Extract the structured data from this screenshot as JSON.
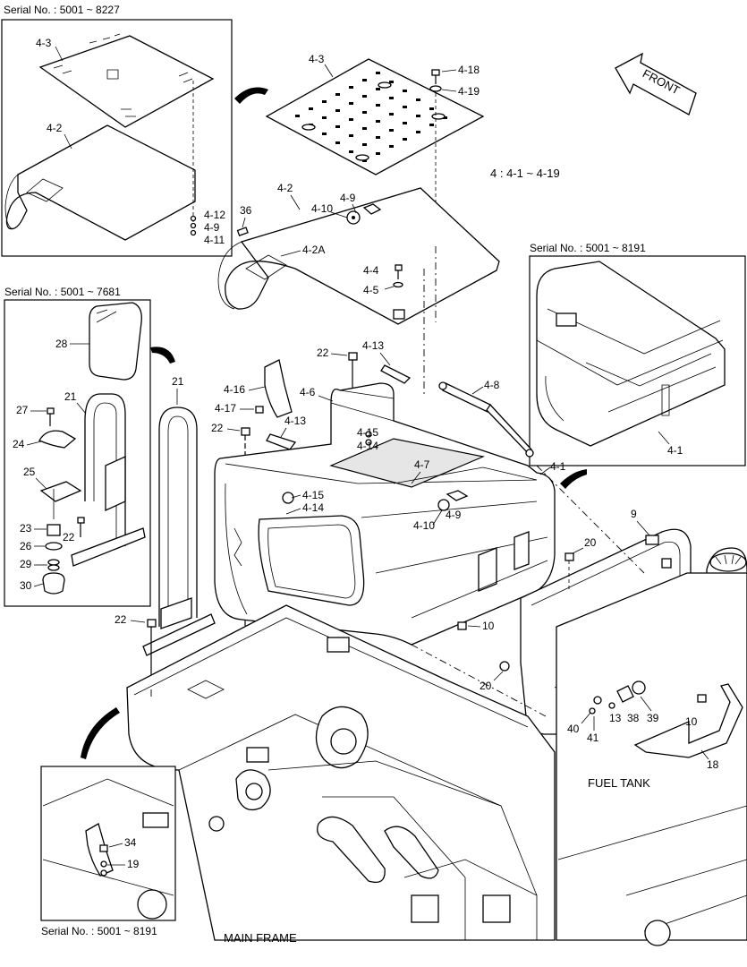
{
  "serials": {
    "top_left": "Serial No. : 5001 ~ 8227",
    "mid_left": "Serial No. : 5001 ~ 7681",
    "right": "Serial No. : 5001 ~ 8191",
    "bottom_left": "Serial No. : 5001 ~ 8191"
  },
  "notes": {
    "front": "FRONT",
    "group_range": "4 : 4-1 ~ 4-19",
    "fuel_tank": "FUEL TANK",
    "main_frame": "MAIN FRAME"
  },
  "labels": {
    "tl_43": "4-3",
    "tl_42": "4-2",
    "tl_412": "4-12",
    "tl_49": "4-9",
    "tl_411": "4-11",
    "m_43": "4-3",
    "m_418": "4-18",
    "m_419": "4-19",
    "m_42": "4-2",
    "m_49": "4-9",
    "m_410": "4-10",
    "m_36": "36",
    "m_42a": "4-2A",
    "m_44": "4-4",
    "m_45": "4-5",
    "r_41": "4-1",
    "l_28": "28",
    "l_21": "21",
    "l_27": "27",
    "l_24": "24",
    "l_25": "25",
    "l_23": "23",
    "l_22": "22",
    "l_26": "26",
    "l_29": "29",
    "l_30": "30",
    "c_21": "21",
    "c_22a": "22",
    "c_413a": "4-13",
    "c_416": "4-16",
    "c_46": "4-6",
    "c_48": "4-8",
    "c_417": "4-17",
    "c_22b": "22",
    "c_413b": "4-13",
    "c_415a": "4-15",
    "c_414a": "4-14",
    "c_47": "4-7",
    "c_41": "4-1",
    "c_415b": "4-15",
    "c_414b": "4-14",
    "c_49": "4-9",
    "c_410": "4-10",
    "c_22c": "22",
    "c_10a": "10",
    "f_9": "9",
    "f_20a": "20",
    "f_20b": "20",
    "f_40": "40",
    "f_41": "41",
    "f_13": "13",
    "f_38": "38",
    "f_39": "39",
    "f_10": "10",
    "f_18": "18",
    "bl_34": "34",
    "bl_19": "19"
  }
}
